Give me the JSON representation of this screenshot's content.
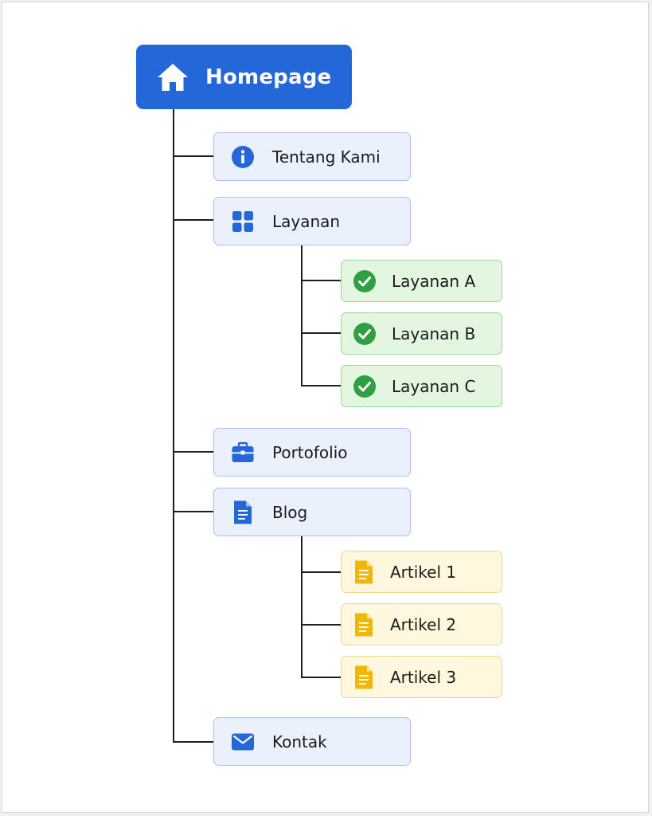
{
  "colors": {
    "root_fill": "#2467d9",
    "section_fill": "#eaf1fd",
    "section_border": "#aac3ea",
    "icon_blue": "#2467d9",
    "green_fill": "#e3f6e0",
    "green_icon": "#2ea043",
    "yellow_fill": "#fff8de",
    "yellow_icon": "#f2b705",
    "connector": "#1f1f1f"
  },
  "root": {
    "label": "Homepage",
    "icon": "home-icon"
  },
  "sections": [
    {
      "label": "Tentang Kami",
      "icon": "info-icon"
    },
    {
      "label": "Layanan",
      "icon": "grid-icon",
      "children": [
        {
          "label": "Layanan A",
          "icon": "check-circle-icon"
        },
        {
          "label": "Layanan B",
          "icon": "check-circle-icon"
        },
        {
          "label": "Layanan C",
          "icon": "check-circle-icon"
        }
      ]
    },
    {
      "label": "Portofolio",
      "icon": "briefcase-icon"
    },
    {
      "label": "Blog",
      "icon": "document-icon",
      "children": [
        {
          "label": "Artikel 1",
          "icon": "document-icon"
        },
        {
          "label": "Artikel 2",
          "icon": "document-icon"
        },
        {
          "label": "Artikel 3",
          "icon": "document-icon"
        }
      ]
    },
    {
      "label": "Kontak",
      "icon": "mail-icon"
    }
  ]
}
